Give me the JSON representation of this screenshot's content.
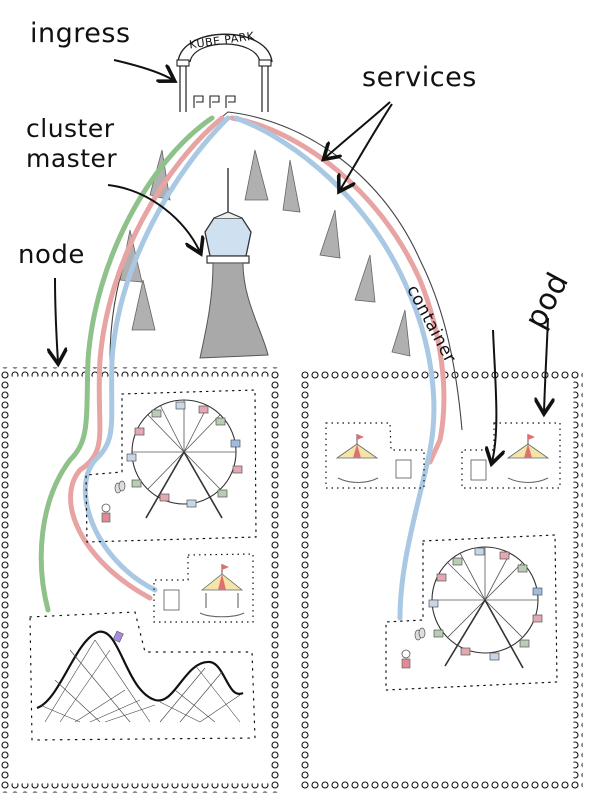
{
  "title": "Kubernetes as an amusement park",
  "arch": {
    "text": "KUBE PARK"
  },
  "labels": {
    "ingress": "ingress",
    "services": "services",
    "cluster_master": [
      "cluster",
      "master"
    ],
    "node": "node",
    "container": "container",
    "pod": "pod"
  },
  "colors": {
    "service_green": "#8fc18a",
    "service_red": "#e8a3a3",
    "service_blue": "#a9c8e4",
    "tower_gray": "#a9a9a9",
    "ink": "#111111",
    "carousel_red": "#e07070",
    "carousel_yellow": "#f3e4a8",
    "gondola_red": "#d98a96",
    "gondola_green": "#9fb79a",
    "gondola_blue": "#8fb2d8",
    "coaster_car": "#a98be0"
  },
  "nodes": [
    {
      "name": "left-node",
      "pods": [
        "ferris-wheel-pod",
        "carousel-pod",
        "rollercoaster-pod"
      ]
    },
    {
      "name": "right-node",
      "pods": [
        "carousels-pod-a",
        "carousels-pod-b",
        "ferris-wheel-pod"
      ]
    }
  ]
}
